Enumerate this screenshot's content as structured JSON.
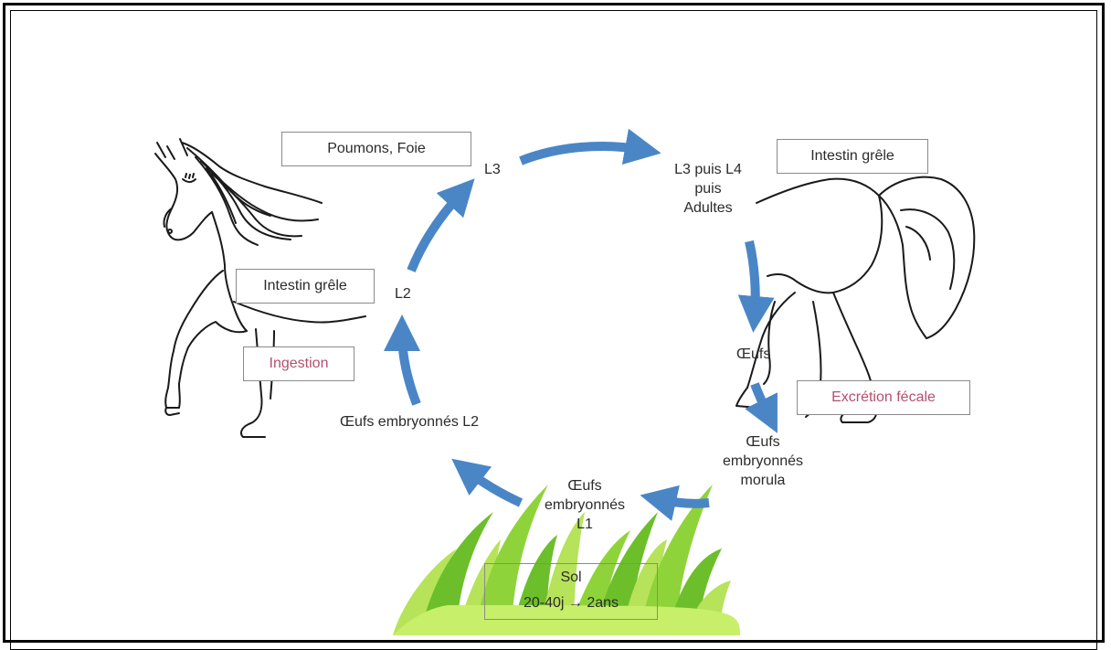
{
  "colors": {
    "arrow": "#4a86c6",
    "grass_light": "#b6e35a",
    "grass_dark": "#6cbf2a",
    "box_border": "#8a8a8a",
    "pink_text": "#b3506e",
    "text": "#2b2b2b"
  },
  "boxes": {
    "poumons_foie": "Poumons, Foie",
    "intestin_grele_right": "Intestin grêle",
    "intestin_grele_left": "Intestin grêle",
    "ingestion": "Ingestion",
    "excretion_fecale": "Excrétion fécale"
  },
  "stages": {
    "l3": "L3",
    "l3_l4_adultes": [
      "L3 puis L4",
      "puis",
      "Adultes"
    ],
    "l2": "L2",
    "oeufs": "Œufs",
    "oeufs_morula": [
      "Œufs",
      "embryonnés",
      "morula"
    ],
    "oeufs_l1": [
      "Œufs",
      "embryonnés",
      "L1"
    ],
    "oeufs_l2": "Œufs embryonnés L2"
  },
  "soil": {
    "title": "Sol",
    "duration": "20-40j → 2ans"
  },
  "icons": [
    "horse-head-drawing",
    "horse-hindquarters-drawing",
    "grass-illustration",
    "cycle-arrow"
  ]
}
